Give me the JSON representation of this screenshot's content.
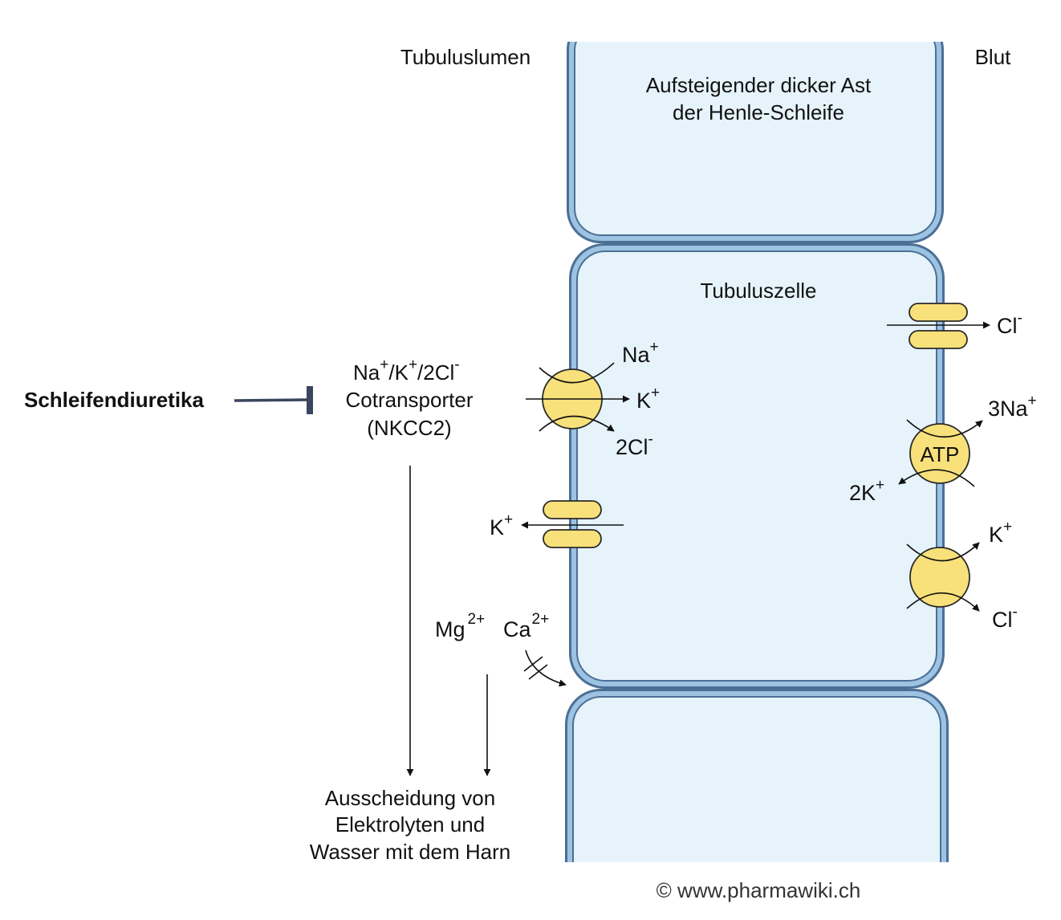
{
  "colors": {
    "cell_fill": "#e6f3fb",
    "membrane_outer": "#4c6f95",
    "membrane_inner": "#9dc3e3",
    "transporter_fill": "#f8e17a",
    "transporter_stroke": "#2a2a2a",
    "inhibitor": "#3a4560",
    "arrow": "#111111"
  },
  "labels": {
    "lumen": "Tubuluslumen",
    "blood": "Blut",
    "segment_line1": "Aufsteigender dicker Ast",
    "segment_line2": "der Henle-Schleife",
    "cell": "Tubuluszelle",
    "drug": "Schleifendiuretika",
    "transporter_line1_na": "Na",
    "transporter_line1_plus1": "+",
    "transporter_line1_k": "/K",
    "transporter_line1_plus2": "+",
    "transporter_line1_cl": "/2Cl",
    "transporter_line1_minus": "-",
    "transporter_line2": "Cotransporter",
    "transporter_line3": "(NKCC2)",
    "excretion_line1": "Ausscheidung von",
    "excretion_line2": "Elektrolyten und",
    "excretion_line3": "Wasser mit dem Harn",
    "copyright": "© www.pharmawiki.ch"
  },
  "ions": {
    "nkcc_na": "Na",
    "nkcc_na_charge": "+",
    "nkcc_k": "K",
    "nkcc_k_charge": "+",
    "nkcc_cl": "2Cl",
    "nkcc_cl_charge": "-",
    "romk_k": "K",
    "romk_k_charge": "+",
    "mg": "Mg",
    "mg_charge": "2+",
    "ca": "Ca",
    "ca_charge": "2+",
    "clc_cl": "Cl",
    "clc_cl_charge": "-",
    "pump_na": "3Na",
    "pump_na_charge": "+",
    "pump_k": "2K",
    "pump_k_charge": "+",
    "pump_atp": "ATP",
    "kcc_k": "K",
    "kcc_k_charge": "+",
    "kcc_cl": "Cl",
    "kcc_cl_charge": "-"
  }
}
